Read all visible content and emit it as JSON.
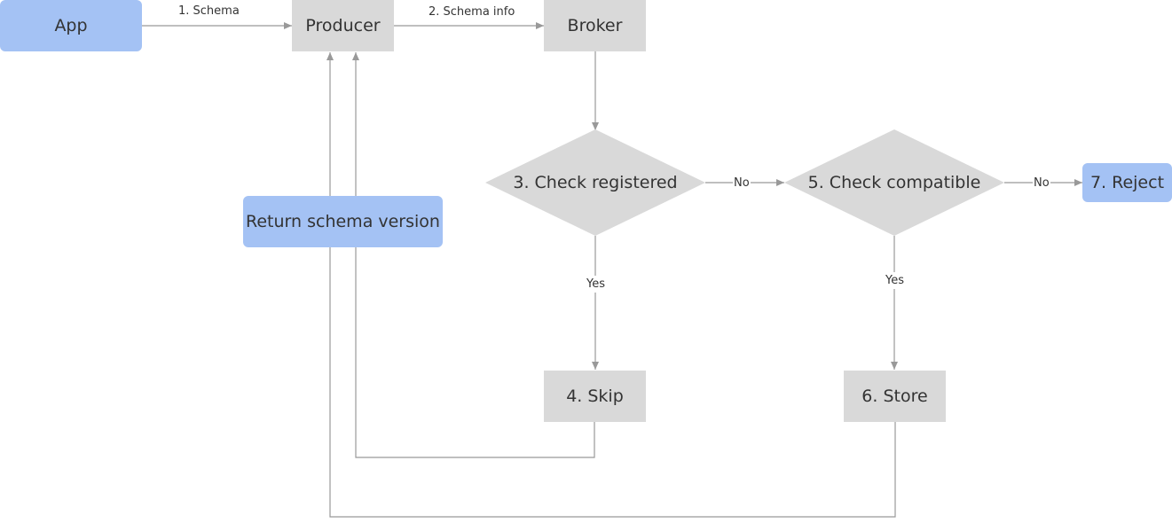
{
  "nodes": {
    "app": "App",
    "producer": "Producer",
    "broker": "Broker",
    "check_registered": "3. Check registered",
    "check_compatible": "5. Check compatible",
    "reject": "7. Reject",
    "return_version": "Return schema version",
    "skip": "4. Skip",
    "store": "6. Store"
  },
  "edges": {
    "app_producer": "1. Schema",
    "producer_broker": "2. Schema info",
    "registered_no": "No",
    "compatible_no": "No",
    "registered_yes": "Yes",
    "compatible_yes": "Yes"
  },
  "colors": {
    "process_fill": "#d9d9d9",
    "terminal_fill": "#a4c2f4",
    "edge": "#999999"
  }
}
